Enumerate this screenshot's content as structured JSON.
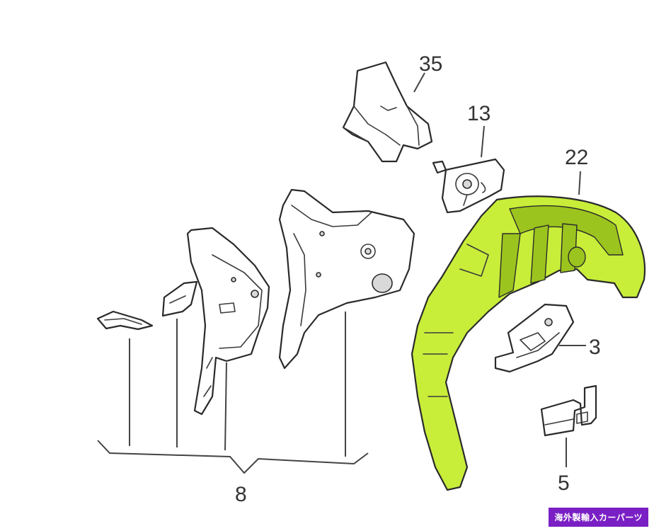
{
  "callouts": {
    "p35": "35",
    "p13": "13",
    "p22": "22",
    "p3": "3",
    "p5": "5",
    "p8": "8"
  },
  "highlight_color": "#c8ee3a",
  "watermark": "海外製輸入カーパーツ"
}
